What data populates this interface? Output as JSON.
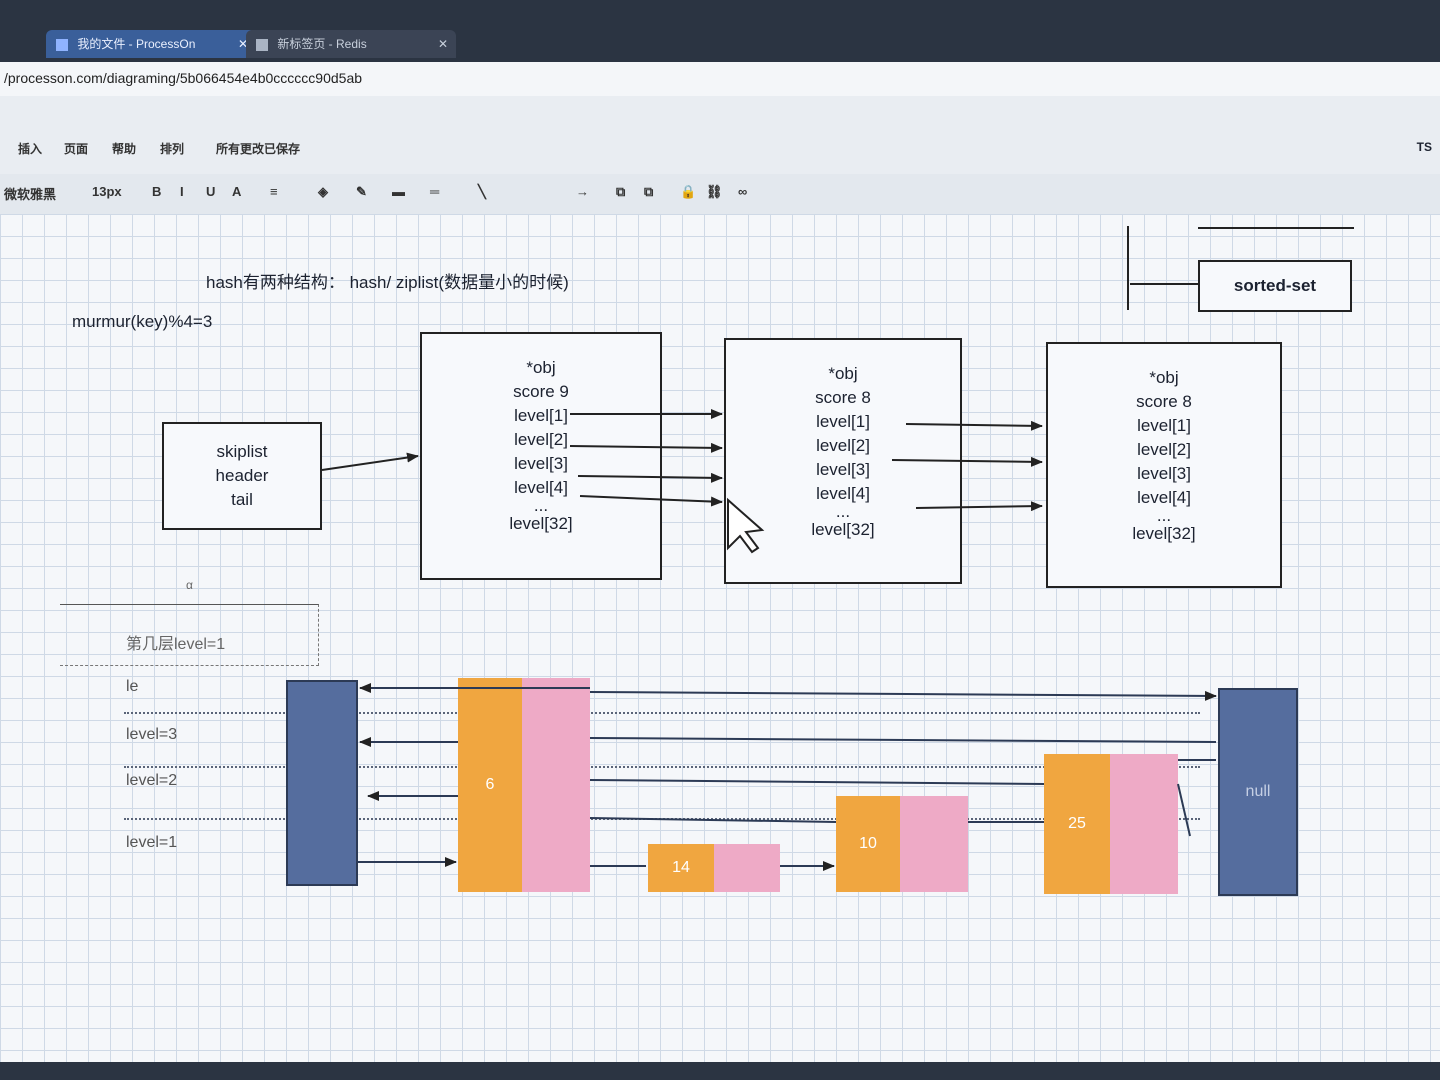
{
  "browser": {
    "tabs": [
      {
        "label": "我的文件 - ProcessOn",
        "active": true
      },
      {
        "label": "新标签页 - Redis",
        "active": false
      }
    ],
    "url": "/processon.com/diagraming/5b066454e4b0cccccc90d5ab"
  },
  "menu": {
    "items": [
      "插入",
      "页面",
      "帮助",
      "排列",
      "所有更改已保存"
    ],
    "right": "TS"
  },
  "toolbar": {
    "font": "微软雅黑",
    "size": "13px",
    "buttons": [
      "B",
      "I",
      "U",
      "A",
      "≡",
      "◈",
      "✎",
      "▬",
      "═",
      "╲",
      "→",
      "⧉",
      "⧉",
      "🔒",
      "⛓",
      "∞"
    ]
  },
  "diagram": {
    "hash_note": "hash有两种结构： hash/ ziplist(数据量小的时候)",
    "murmur": "murmur(key)%4=3",
    "sorted_set": "sorted-set",
    "header": [
      "skiplist",
      "header",
      "tail"
    ],
    "nodes": [
      {
        "lines": [
          "*obj",
          "score 9",
          "level[1]",
          "level[2]",
          "level[3]",
          "level[4]",
          "...",
          "level[32]"
        ]
      },
      {
        "lines": [
          "*obj",
          "score 8",
          "level[1]",
          "level[2]",
          "level[3]",
          "level[4]",
          "...",
          "level[32]"
        ]
      },
      {
        "lines": [
          "*obj",
          "score 8",
          "level[1]",
          "level[2]",
          "level[3]",
          "level[4]",
          "...",
          "level[32]"
        ]
      }
    ],
    "stray_mark": "α",
    "level_edit": "第几层level=1",
    "levels": [
      "le",
      "level=3",
      "level=2",
      "level=1"
    ],
    "cells": {
      "a": "6",
      "b": "14",
      "c": "10",
      "d": "25",
      "null": "null"
    }
  },
  "colors": {
    "orange": "#f0a640",
    "pink": "#eeaac6",
    "blue": "#556d9e"
  }
}
